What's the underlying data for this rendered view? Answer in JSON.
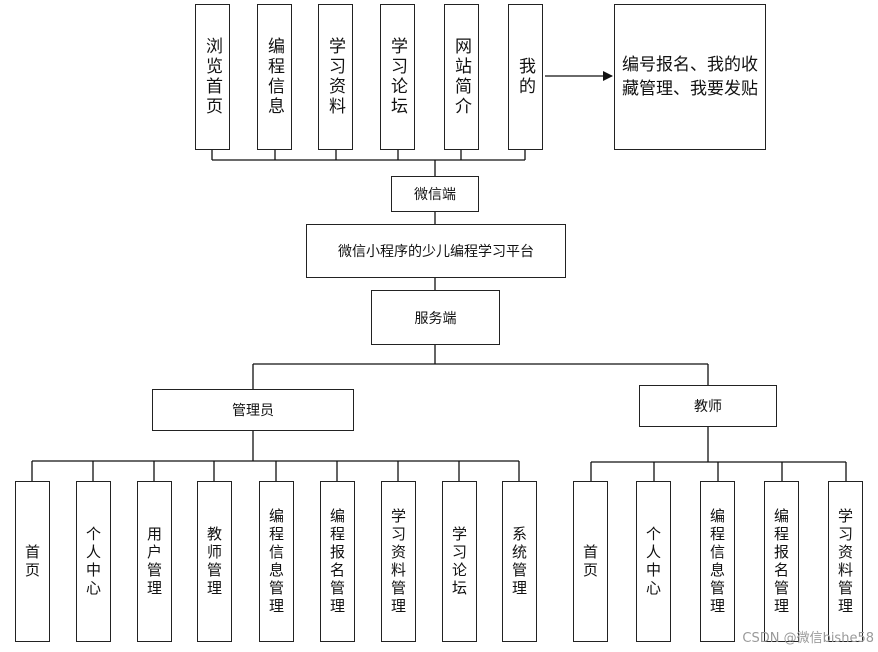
{
  "diagram": {
    "top_modules": [
      "浏览首页",
      "编程信息",
      "学习资料",
      "学习论坛",
      "网站简介",
      "我的"
    ],
    "my_features": "编号报名、我的收藏管理、我要发贴",
    "client_node": "微信端",
    "platform_node": "微信小程序的少儿编程学习平台",
    "server_node": "服务端",
    "admin_node": "管理员",
    "teacher_node": "教师",
    "admin_modules": [
      "首页",
      "个人中心",
      "用户管理",
      "教师管理",
      "编程信息管理",
      "编程报名管理",
      "学习资料管理",
      "学习论坛",
      "系统管理"
    ],
    "teacher_modules": [
      "首页",
      "个人中心",
      "编程信息管理",
      "编程报名管理",
      "学习资料管理"
    ]
  },
  "watermark": "CSDN @微信bishe58"
}
